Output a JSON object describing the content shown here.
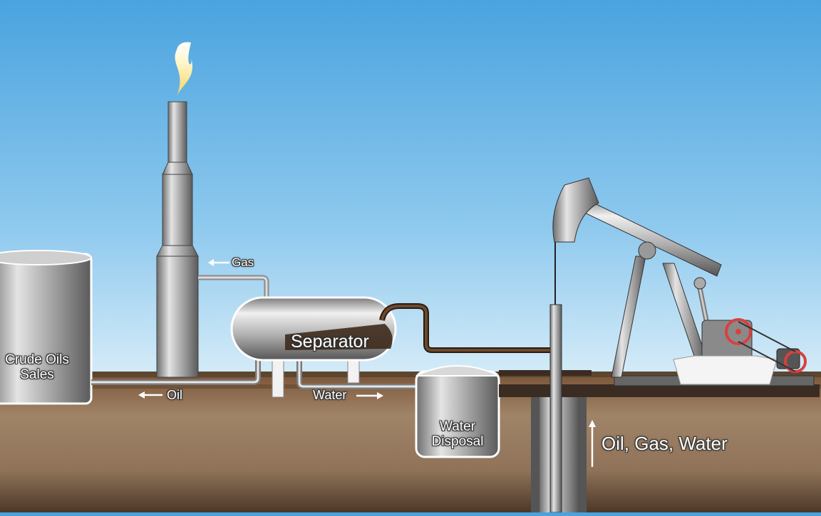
{
  "labels": {
    "gas": "Gas",
    "separator": "Separator",
    "crude_line1": "Crude Oils",
    "crude_line2": "Sales",
    "oil": "Oil",
    "water": "Water",
    "water_disposal_line1": "Water",
    "water_disposal_line2": "Disposal",
    "well_flow": "Oil, Gas, Water"
  },
  "colors": {
    "sky_top": "#4aa3df",
    "sky_bottom": "#c9e6f6",
    "soil": "#8a6a4a",
    "pipe_oil": "#5a3a22",
    "metal": "#a8a8a8",
    "accent_red": "#d94040"
  }
}
